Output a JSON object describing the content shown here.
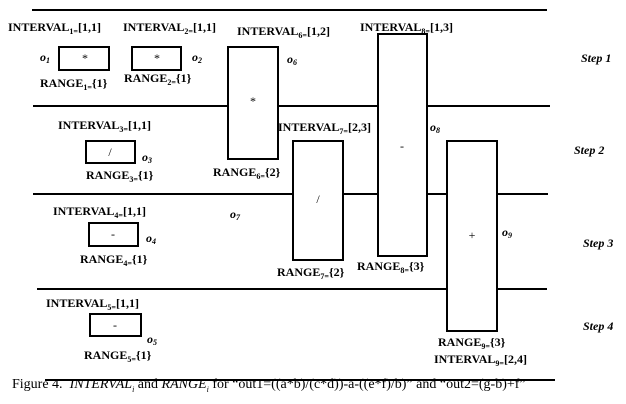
{
  "operations": [
    {
      "id": "1",
      "op": "*",
      "interval": "[1,1]",
      "range": "{1}"
    },
    {
      "id": "2",
      "op": "*",
      "interval": "[1,1]",
      "range": "{1}"
    },
    {
      "id": "3",
      "op": "/",
      "interval": "[1,1]",
      "range": "{1}"
    },
    {
      "id": "4",
      "op": "-",
      "interval": "[1,1]",
      "range": "{1}"
    },
    {
      "id": "5",
      "op": "-",
      "interval": "[1,1]",
      "range": "{1}"
    },
    {
      "id": "6",
      "op": "*",
      "interval": "[1,2]",
      "range": "{2}"
    },
    {
      "id": "7",
      "op": "/",
      "interval": "[2,3]",
      "range": "{2}"
    },
    {
      "id": "8",
      "op": "-",
      "interval": "[1,3]",
      "range": "{3}"
    },
    {
      "id": "9",
      "op": "+",
      "interval": "[2,4]",
      "range": "{3}"
    }
  ],
  "labels": {
    "interval": "INTERVAL",
    "range": "RANGE",
    "eq": "=",
    "o": "o"
  },
  "steps": [
    "Step 1",
    "Step 2",
    "Step 3",
    "Step 4"
  ],
  "caption": {
    "prefix": "Figure 4.",
    "interval": "INTERVAL",
    "range": "RANGE",
    "sub": "i",
    "and1": "and",
    "for": "for",
    "expr1": "“out1=((a*b)/(c*d))-a-((e*f)/b)”",
    "and2": "and",
    "expr2": "“out2=(g-b)+f”"
  }
}
